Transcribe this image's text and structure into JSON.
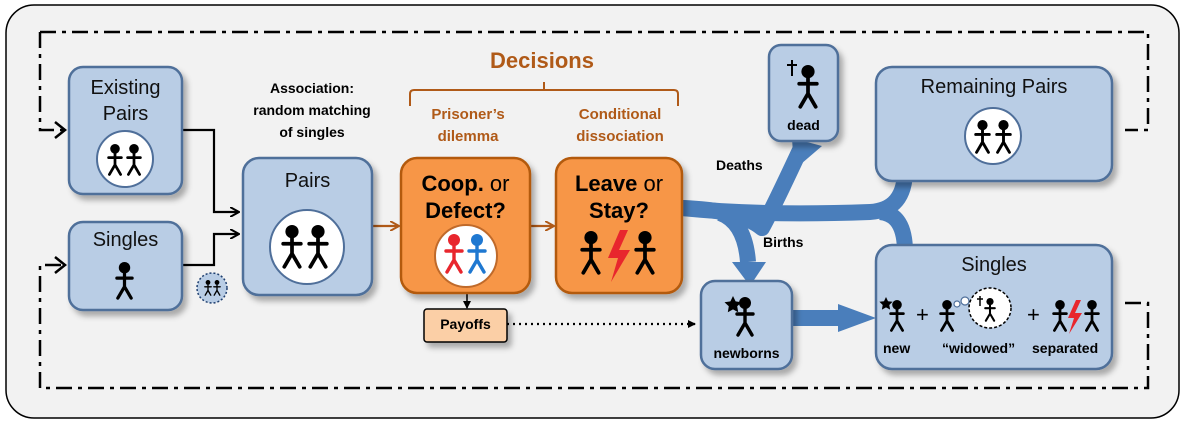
{
  "decisions": {
    "title": "Decisions",
    "prisoners": [
      "Prisoner’s",
      "dilemma"
    ],
    "conditional": [
      "Conditional",
      "dissociation"
    ]
  },
  "association": [
    "Association:",
    "random matching",
    "of singles"
  ],
  "boxes": {
    "existing_pairs": [
      "Existing",
      "Pairs"
    ],
    "singles_left": "Singles",
    "pairs": "Pairs",
    "coop": {
      "part1": "Coop.",
      "part2": " or",
      "part3": "Defect?"
    },
    "leave": {
      "part1": "Leave",
      "part2": " or",
      "part3": "Stay?"
    },
    "payoffs": "Payoffs",
    "dead": "dead",
    "remaining_pairs": "Remaining Pairs",
    "newborns": "newborns",
    "singles_right": "Singles"
  },
  "flow_labels": {
    "deaths": "Deaths",
    "births": "Births"
  },
  "singles_types": {
    "new": "new",
    "widowed": "“widowed”",
    "separated": "separated"
  },
  "operators": {
    "plus": "+"
  },
  "colors": {
    "blue_box": "#b9cde5",
    "blue_border": "#4f6f9a",
    "orange_box": "#f79646",
    "orange_border": "#b35a0f",
    "payoffs_box": "#fbcfa6",
    "flow_arrow": "#4a7ebb",
    "brown_text": "#b05a18",
    "frame_bg": "#f2f2f2"
  },
  "icons": [
    "stick-figure-icon",
    "pair-icon",
    "cross-icon",
    "star-icon",
    "lightning-icon",
    "thought-bubble-icon"
  ]
}
